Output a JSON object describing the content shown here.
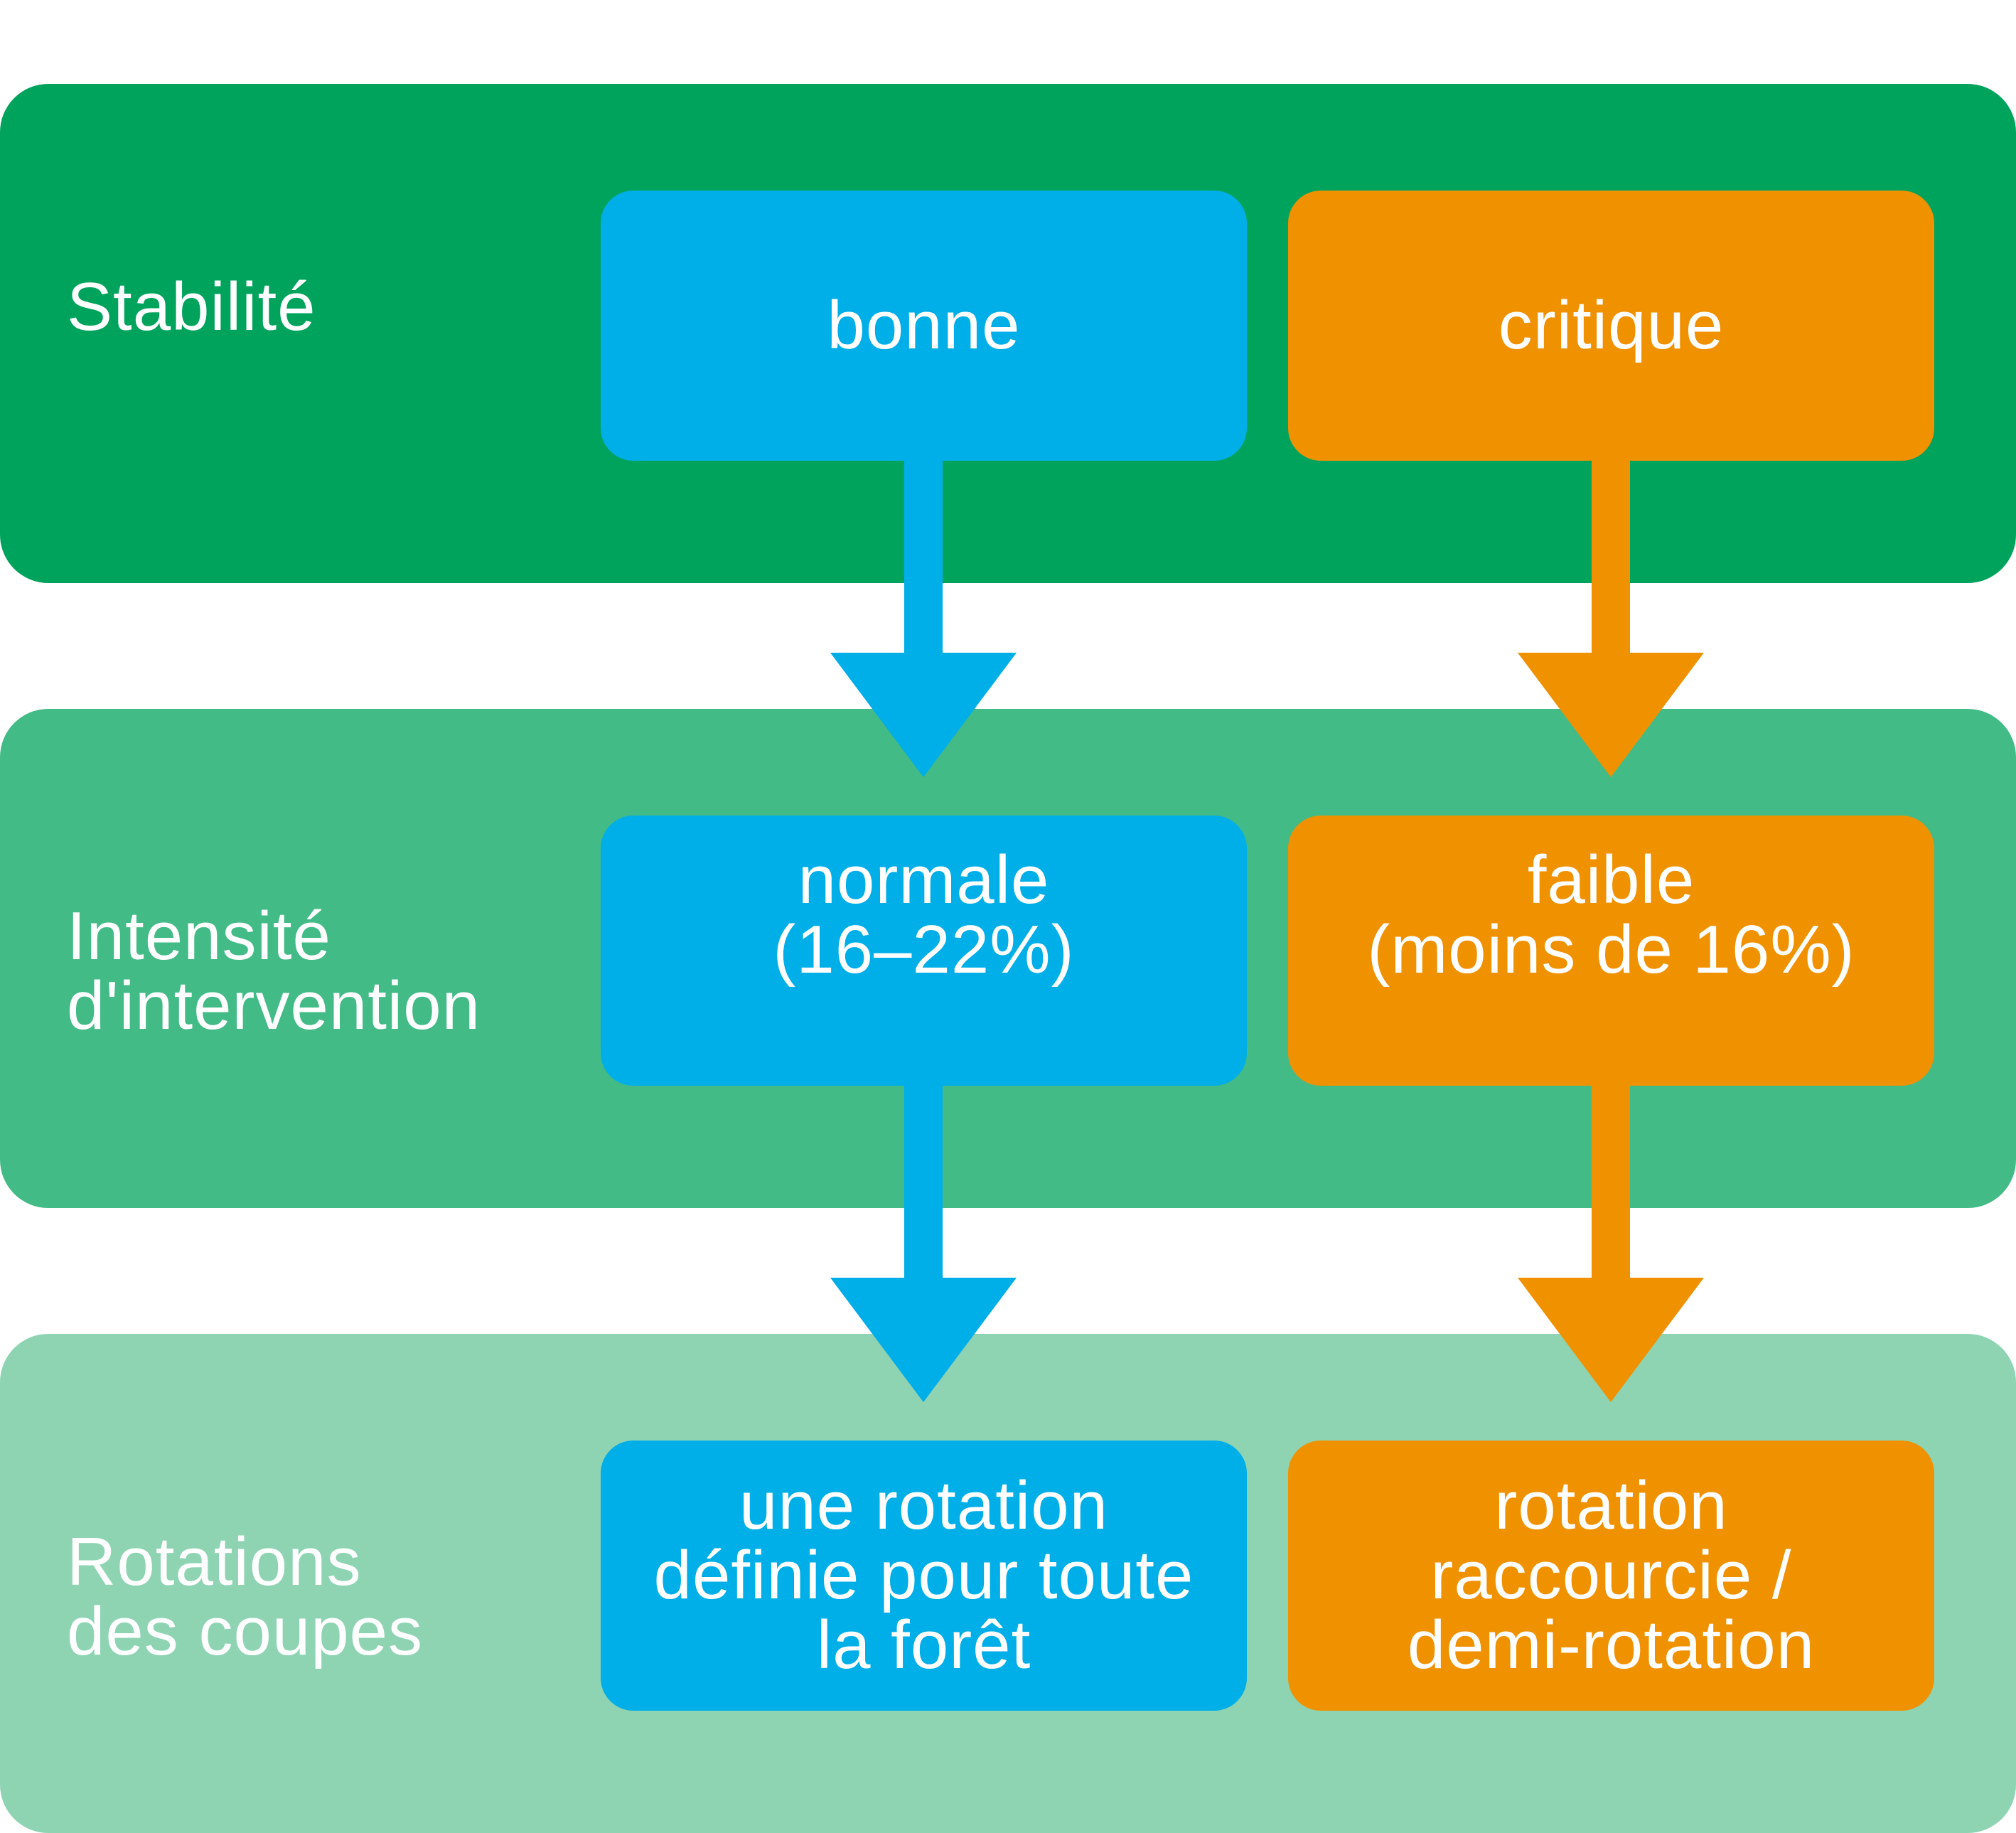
{
  "colors": {
    "band_1": "#00a35c",
    "band_2": "#43bb86",
    "band_3": "#8ed4b3",
    "good_path": "#00aee8",
    "critical_path": "#f09100",
    "text": "#ffffff"
  },
  "rows": [
    {
      "label": "Stabilité",
      "good": "bonne",
      "critical": "critique"
    },
    {
      "label": "Intensité\nd'intervention",
      "good": "normale\n(16–22%)",
      "critical": "faible\n(moins de 16%)"
    },
    {
      "label": "Rotations\ndes coupes",
      "good": "une rotation\ndéfinie pour toute\nla forêt",
      "critical": "rotation\nraccourcie /\ndemi-rotation"
    }
  ]
}
